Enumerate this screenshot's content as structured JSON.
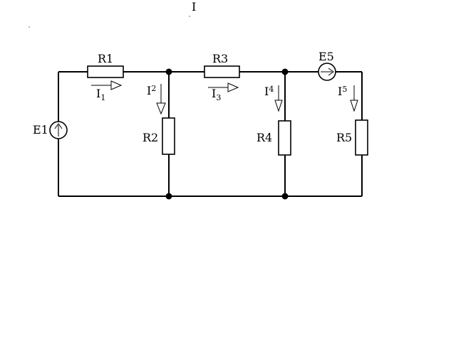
{
  "header": {
    "title": "I"
  },
  "resistors": {
    "r1": "R1",
    "r2": "R2",
    "r3": "R3",
    "r4": "R4",
    "r5": "R5"
  },
  "sources": {
    "e1": "E1",
    "e5": "E5"
  },
  "currents": {
    "i1": {
      "main": "I",
      "sub": "1"
    },
    "i2": {
      "main": "I",
      "sub": "2"
    },
    "i3": {
      "main": "I",
      "sub": "3"
    },
    "i4": {
      "main": "I",
      "sub": "4"
    },
    "i5": {
      "main": "I",
      "sub": "5"
    }
  }
}
